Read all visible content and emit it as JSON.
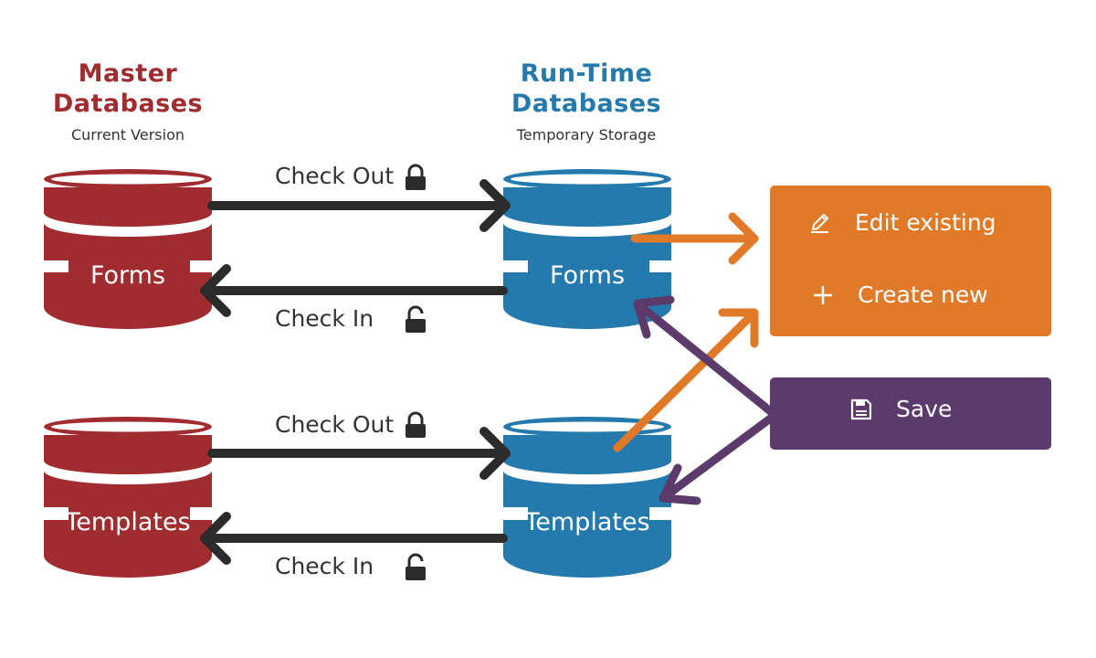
{
  "master": {
    "title_line1": "Master",
    "title_line2": "Databases",
    "subtitle": "Current Version",
    "color": "#A12C2F",
    "db_forms": "Forms",
    "db_templates": "Templates"
  },
  "runtime": {
    "title_line1": "Run-Time",
    "title_line2": "Databases",
    "subtitle": "Temporary Storage",
    "color": "#2479AD",
    "db_forms": "Forms",
    "db_templates": "Templates"
  },
  "arrows": {
    "forms_checkout": "Check Out",
    "forms_checkin": "Check In",
    "templates_checkout": "Check Out",
    "templates_checkin": "Check In",
    "locked_icon": "lock-icon",
    "unlocked_icon": "unlock-icon",
    "color": "#2B2B2B"
  },
  "actions": {
    "color": "#E07A28",
    "edit_label": "Edit existing",
    "edit_icon": "pencil-icon",
    "create_label": "Create new",
    "create_icon": "plus-icon"
  },
  "save": {
    "color": "#5C3A6B",
    "label": "Save",
    "icon": "save-icon"
  }
}
